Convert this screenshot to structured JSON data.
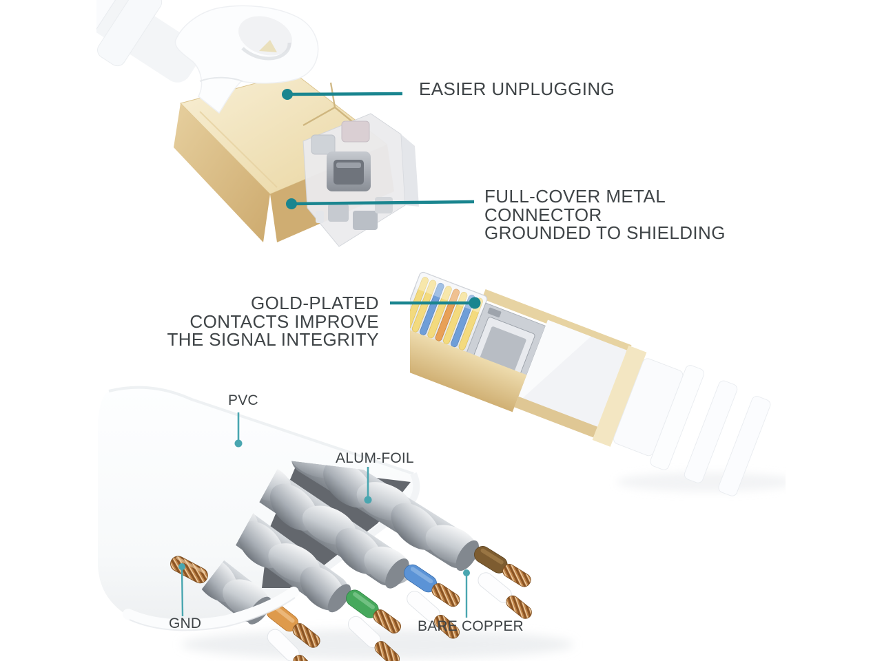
{
  "colors": {
    "background": "#ffffff",
    "text": "#3f4447",
    "accent_teal_dark": "#1a858f",
    "accent_teal_light": "#49a6b0",
    "gold": "#e9d6a6",
    "copper": "#c08448",
    "foil_silver": "#aab0b7",
    "wire_orange": "#de9a4c",
    "wire_green": "#46a85c",
    "wire_blue": "#5b93d6",
    "wire_brown": "#7d5c30"
  },
  "callouts": {
    "easier_unplugging": {
      "label": "EASIER UNPLUGGING"
    },
    "full_cover_metal": {
      "lines": [
        "FULL-COVER METAL",
        "CONNECTOR",
        "GROUNDED TO SHIELDING"
      ]
    },
    "gold_plated": {
      "lines": [
        "GOLD-PLATED",
        "CONTACTS IMPROVE",
        "THE SIGNAL INTEGRITY"
      ]
    },
    "pvc": {
      "label": "PVC"
    },
    "alum_foil": {
      "label": "ALUM-FOIL"
    },
    "gnd": {
      "label": "GND"
    },
    "bare_copper": {
      "label": "BARE COPPER"
    }
  },
  "figures": {
    "top": "shielded-rj45-connector-with-pull-tab",
    "front": "rj45-gold-plated-contacts-view",
    "cable": "flat-cable-cutaway-view"
  }
}
